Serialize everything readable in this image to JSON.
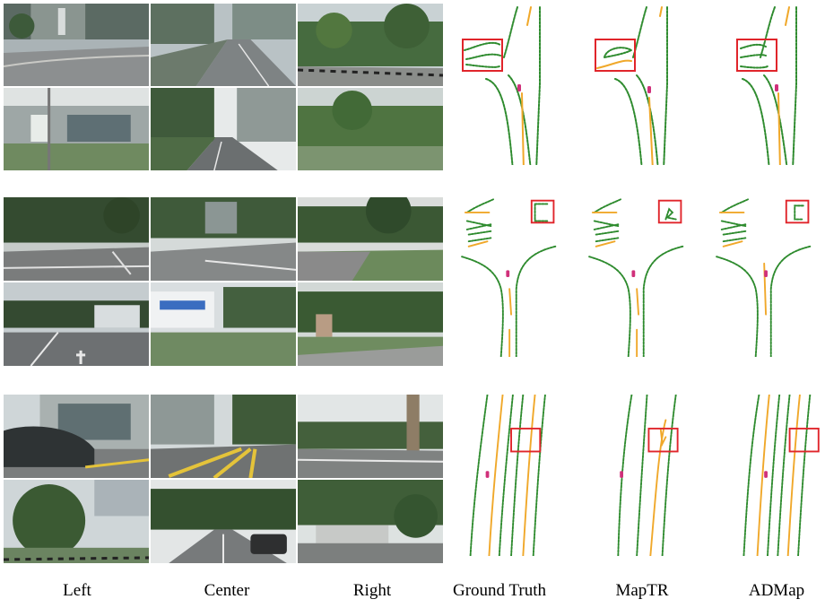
{
  "columns": {
    "left": "Left",
    "center": "Center",
    "right": "Right",
    "ground_truth": "Ground Truth",
    "maptr": "MapTR",
    "admap": "ADMap"
  },
  "colors": {
    "divider": "#f0a82a",
    "boundary": "#2e8b2e",
    "crossing": "#2e8b2e",
    "ego": "#d0307a",
    "highlight_box": "#e0252b"
  }
}
